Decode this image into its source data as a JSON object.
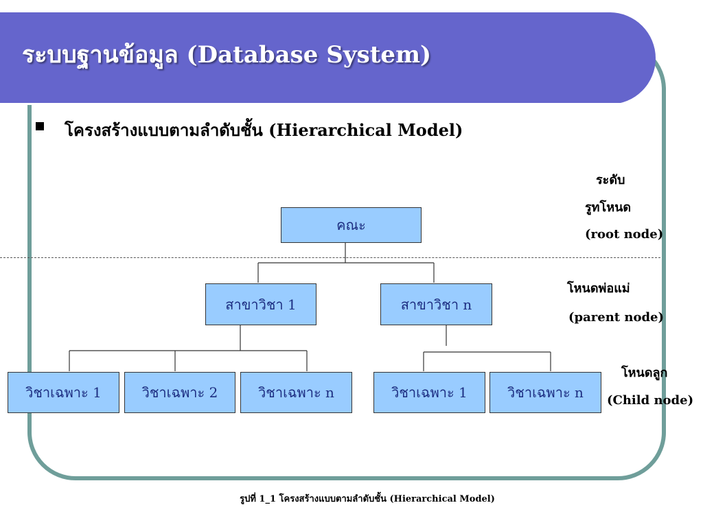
{
  "slide": {
    "title": "ระบบฐานข้อมูล (Database System)",
    "bullet": "โครงสร้างแบบตามลำดับชั้น (Hierarchical Model)",
    "caption": "รูปที่ 1_1 โครงสร้างแบบตามลำดับชั้น (Hierarchical Model)"
  },
  "diagram": {
    "root": "คณะ",
    "parents": [
      "สาขาวิชา 1",
      "สาขาวิชา n"
    ],
    "children": [
      "วิชาเฉพาะ 1",
      "วิชาเฉพาะ 2",
      "วิชาเฉพาะ n",
      "วิชาเฉพาะ 1",
      "วิชาเฉพาะ n"
    ]
  },
  "levels": {
    "root_line1": "ระดับ",
    "root_line2": "รูทโหนด",
    "root_line3": "(root node)",
    "parent_line1": "โหนดพ่อแม่",
    "parent_line2": "(parent node)",
    "child_line1": "โหนดลูก",
    "child_line2": "(Child node)"
  },
  "colors": {
    "title_bar": "#6565cc",
    "node_fill": "#99ccff",
    "node_text": "#1c2d80",
    "frame": "#6f9e9a"
  }
}
